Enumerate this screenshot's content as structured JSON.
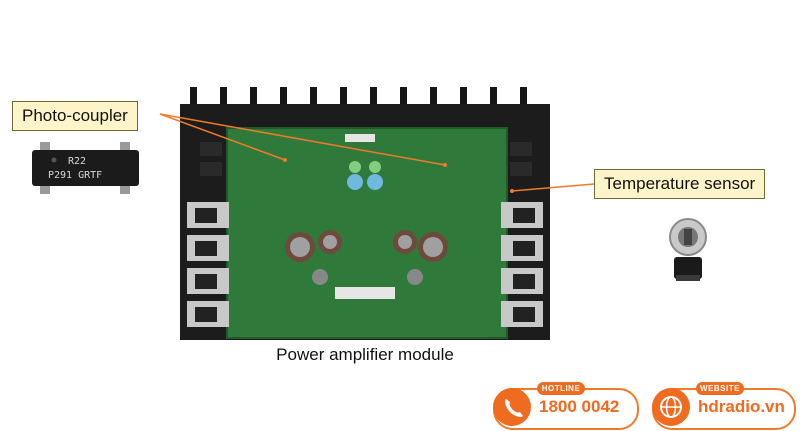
{
  "labels": {
    "photo_coupler": "Photo-coupler",
    "temperature_sensor": "Temperature sensor",
    "caption": "Power amplifier module"
  },
  "chip": {
    "line1": "R22",
    "line2": "P291 GRTF"
  },
  "contact": {
    "hotline_label": "HOTLINE",
    "hotline_number": "1800 0042",
    "website_label": "WEBSITE",
    "website_url": "hdradio.vn",
    "hotline_icon": "phone-icon",
    "website_icon": "globe-icon"
  },
  "colors": {
    "accent": "#ef6b1f",
    "callout_bg": "#fdf5c9",
    "pcb_green": "#2f7a3a",
    "heatsink": "#1c1c1c"
  }
}
